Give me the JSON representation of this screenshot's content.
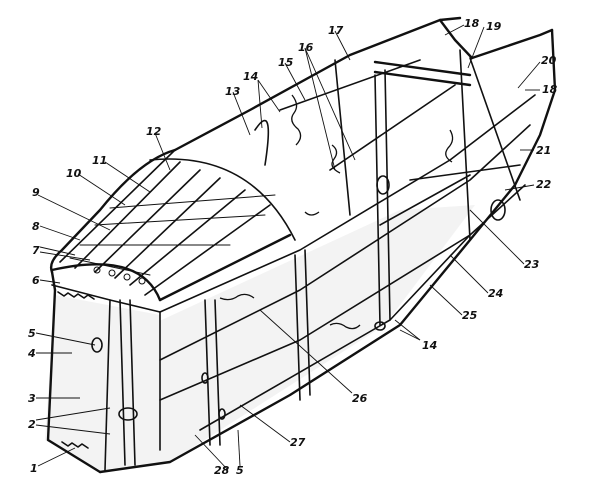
{
  "labels": [
    {
      "id": "1",
      "text": "1"
    },
    {
      "id": "2",
      "text": "2"
    },
    {
      "id": "3",
      "text": "3"
    },
    {
      "id": "4",
      "text": "4"
    },
    {
      "id": "5a",
      "text": "5"
    },
    {
      "id": "5b",
      "text": "5"
    },
    {
      "id": "6",
      "text": "6"
    },
    {
      "id": "7",
      "text": "7"
    },
    {
      "id": "8",
      "text": "8"
    },
    {
      "id": "9",
      "text": "9"
    },
    {
      "id": "10",
      "text": "10"
    },
    {
      "id": "11",
      "text": "11"
    },
    {
      "id": "12",
      "text": "12"
    },
    {
      "id": "13",
      "text": "13"
    },
    {
      "id": "14a",
      "text": "14"
    },
    {
      "id": "14b",
      "text": "14"
    },
    {
      "id": "15",
      "text": "15"
    },
    {
      "id": "16",
      "text": "16"
    },
    {
      "id": "17",
      "text": "17"
    },
    {
      "id": "18a",
      "text": "18"
    },
    {
      "id": "18b",
      "text": "18"
    },
    {
      "id": "19",
      "text": "19"
    },
    {
      "id": "20",
      "text": "20"
    },
    {
      "id": "21",
      "text": "21"
    },
    {
      "id": "22",
      "text": "22"
    },
    {
      "id": "23",
      "text": "23"
    },
    {
      "id": "24",
      "text": "24"
    },
    {
      "id": "25",
      "text": "25"
    },
    {
      "id": "26",
      "text": "26"
    },
    {
      "id": "27",
      "text": "27"
    },
    {
      "id": "28",
      "text": "28"
    }
  ]
}
